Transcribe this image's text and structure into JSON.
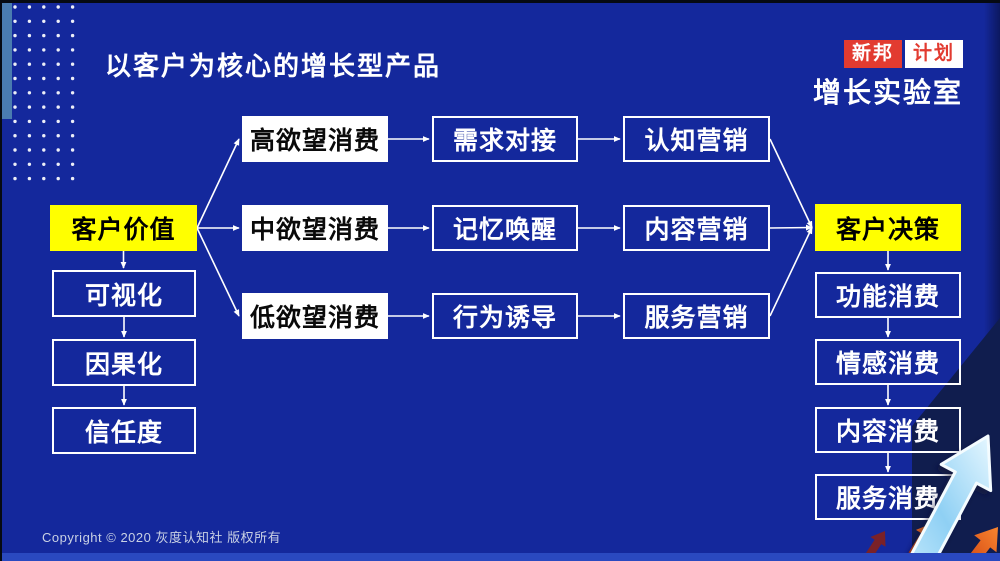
{
  "slide": {
    "title": "以客户为核心的增长型产品",
    "copyright": "Copyright © 2020 灰度认知社 版权所有"
  },
  "logo": {
    "badge_primary": "新邦",
    "badge_secondary": "计划",
    "name": "增长实验室"
  },
  "colors": {
    "background": "#14289c",
    "highlight_yellow": "#ffff00",
    "logo_red": "#e23b30",
    "box_border_white": "#ffffff",
    "growth_arrow_blue": "#9ad4f5",
    "small_arrow_orange": "#e8590f",
    "bottom_bar_blue": "#2a49c0",
    "corner_panel_navy": "#101d4e"
  },
  "diagram": {
    "nodes": {
      "customer_value": {
        "label": "客户价值",
        "style": "yellow"
      },
      "visualization": {
        "label": "可视化",
        "style": "outline"
      },
      "causality": {
        "label": "因果化",
        "style": "outline"
      },
      "trust": {
        "label": "信任度",
        "style": "outline"
      },
      "high_desire": {
        "label": "高欲望消费",
        "style": "white"
      },
      "mid_desire": {
        "label": "中欲望消费",
        "style": "white"
      },
      "low_desire": {
        "label": "低欲望消费",
        "style": "white"
      },
      "demand_match": {
        "label": "需求对接",
        "style": "outline"
      },
      "memory_recall": {
        "label": "记忆唤醒",
        "style": "outline"
      },
      "behavior_guide": {
        "label": "行为诱导",
        "style": "outline"
      },
      "cognitive_marketing": {
        "label": "认知营销",
        "style": "outline"
      },
      "content_marketing": {
        "label": "内容营销",
        "style": "outline"
      },
      "service_marketing": {
        "label": "服务营销",
        "style": "outline"
      },
      "customer_decision": {
        "label": "客户决策",
        "style": "yellow"
      },
      "function_consumption": {
        "label": "功能消费",
        "style": "outline"
      },
      "emotion_consumption": {
        "label": "情感消费",
        "style": "outline"
      },
      "content_consumption": {
        "label": "内容消费",
        "style": "outline"
      },
      "service_consumption": {
        "label": "服务消费",
        "style": "outline"
      }
    },
    "edges": [
      {
        "from": "customer_value",
        "to": "high_desire"
      },
      {
        "from": "customer_value",
        "to": "mid_desire"
      },
      {
        "from": "customer_value",
        "to": "low_desire"
      },
      {
        "from": "high_desire",
        "to": "demand_match"
      },
      {
        "from": "mid_desire",
        "to": "memory_recall"
      },
      {
        "from": "low_desire",
        "to": "behavior_guide"
      },
      {
        "from": "demand_match",
        "to": "cognitive_marketing"
      },
      {
        "from": "memory_recall",
        "to": "content_marketing"
      },
      {
        "from": "behavior_guide",
        "to": "service_marketing"
      },
      {
        "from": "cognitive_marketing",
        "to": "customer_decision"
      },
      {
        "from": "content_marketing",
        "to": "customer_decision"
      },
      {
        "from": "service_marketing",
        "to": "customer_decision"
      },
      {
        "from": "customer_value",
        "to": "visualization"
      },
      {
        "from": "visualization",
        "to": "causality"
      },
      {
        "from": "causality",
        "to": "trust"
      },
      {
        "from": "customer_decision",
        "to": "function_consumption"
      },
      {
        "from": "function_consumption",
        "to": "emotion_consumption"
      },
      {
        "from": "emotion_consumption",
        "to": "content_consumption"
      },
      {
        "from": "content_consumption",
        "to": "service_consumption"
      }
    ]
  }
}
